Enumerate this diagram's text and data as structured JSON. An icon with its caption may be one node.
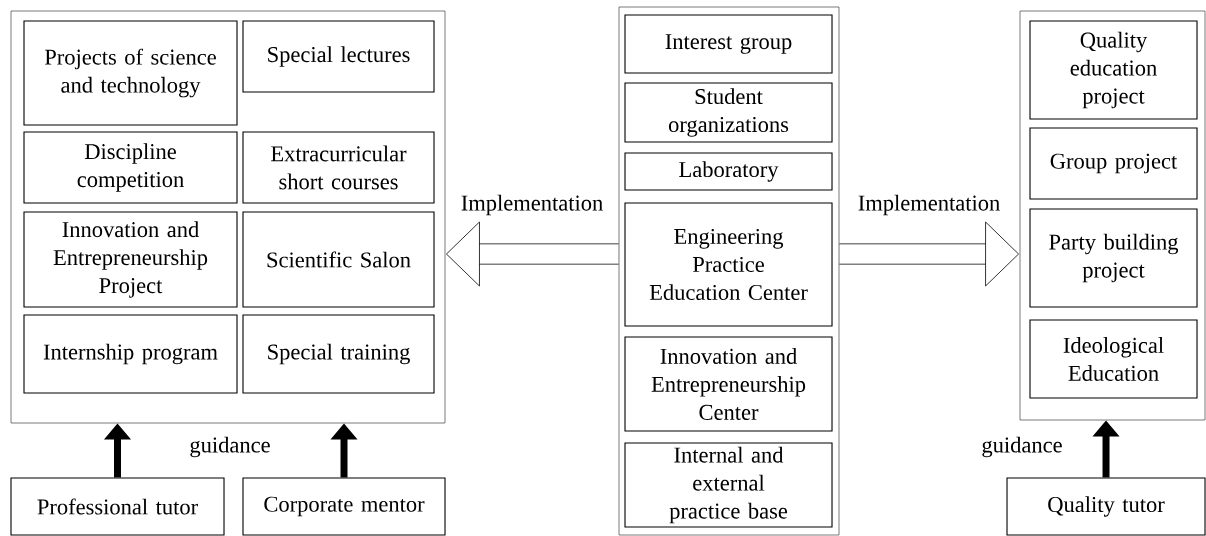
{
  "diagram": {
    "nodes": [
      {
        "text": [],
        "shape": "box"
      },
      {
        "text": [
          "Projects of science and technology"
        ],
        "in": 0
      },
      {
        "text": [
          "Special lectures"
        ],
        "in": 0
      },
      {
        "text": [
          "Discipline competition"
        ],
        "in": 0
      },
      {
        "text": [
          "Extracurricular short courses"
        ],
        "in": 0
      },
      {
        "text": [
          "Innovation and Entrepreneurship Project"
        ],
        "in": 0
      },
      {
        "text": [
          "Scientific Salon"
        ],
        "in": 0
      },
      {
        "text": [
          "Internship program"
        ],
        "in": 0
      },
      {
        "text": [
          "Special training"
        ],
        "in": 0
      },
      {
        "text": [],
        "shape": "box"
      },
      {
        "text": [
          "Interest group"
        ],
        "in": 9
      },
      {
        "text": [
          "Student organizations"
        ],
        "in": 9
      },
      {
        "text": [
          "Laboratory"
        ],
        "in": 9
      },
      {
        "text": [
          "Engineering Practice Education Center"
        ],
        "in": 9
      },
      {
        "text": [
          "Innovation and Entrepreneurship Center"
        ],
        "in": 9
      },
      {
        "text": [
          "Internal and external practice base"
        ],
        "in": 9
      },
      {
        "text": [],
        "shape": "box"
      },
      {
        "text": [
          "Quality education project"
        ],
        "in": 16
      },
      {
        "text": [
          "Group project"
        ],
        "in": 16
      },
      {
        "text": [
          "Party building project"
        ],
        "in": 16
      },
      {
        "text": [
          "Ideological Education"
        ],
        "in": 16
      },
      {
        "text": [
          "Professional tutor"
        ]
      },
      {
        "text": [
          "Corporate mentor"
        ]
      },
      {
        "text": [
          "Quality tutor"
        ]
      }
    ],
    "edges": [
      {
        "from": 9,
        "to": 0,
        "arrow": "to",
        "label": "Implementation",
        "style": "thick"
      },
      {
        "from": 9,
        "to": 16,
        "arrow": "to",
        "label": "Implementation",
        "style": "thick"
      },
      {
        "from": 21,
        "to": 0,
        "arrow": "to"
      },
      {
        "from": 22,
        "to": 0,
        "arrow": "to",
        "label": "guidance"
      },
      {
        "from": 23,
        "to": 16,
        "arrow": "to",
        "label": "guidance"
      }
    ]
  }
}
